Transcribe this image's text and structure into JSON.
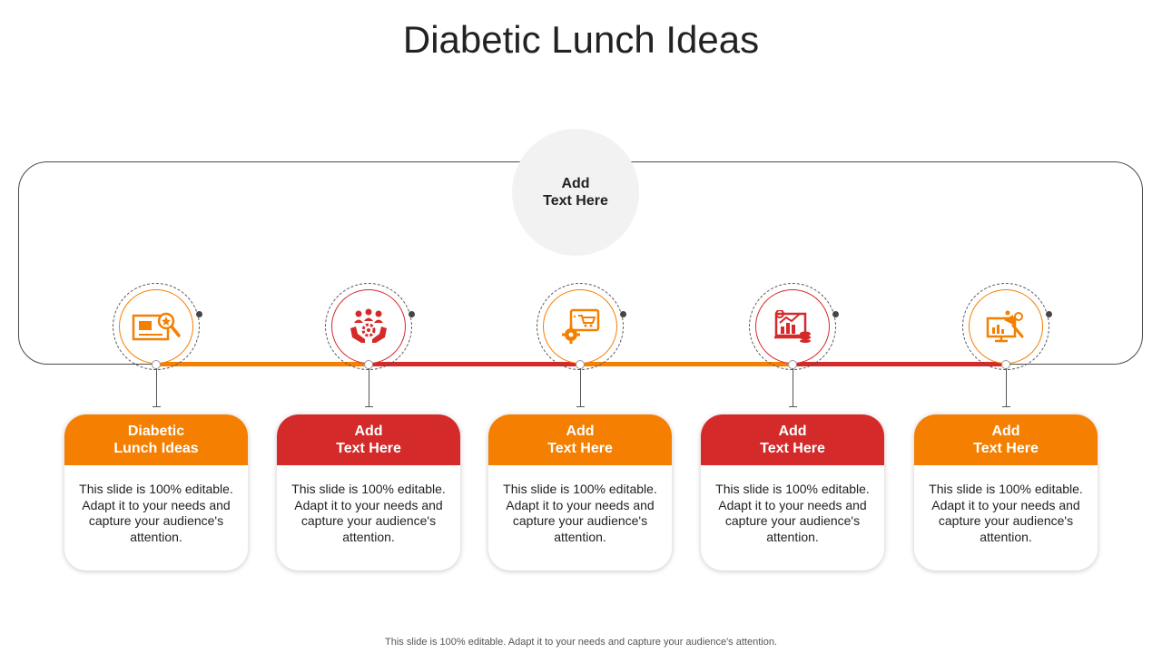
{
  "title": "Diabetic Lunch Ideas",
  "hub": {
    "label": "Add\nText Here"
  },
  "colors": {
    "orange": "#F47F00",
    "red": "#D42A2A",
    "hub_bg": "#F2F2F2"
  },
  "steps": [
    {
      "heading": "Diabetic\nLunch Ideas",
      "body": "This slide is 100% editable. Adapt it to your needs and capture your audience's attention.",
      "color": "orange",
      "icon": "blueprint-search-icon"
    },
    {
      "heading": "Add\nText Here",
      "body": "This slide is 100% editable. Adapt it to your needs and capture your audience's attention.",
      "color": "red",
      "icon": "team-care-hands-icon"
    },
    {
      "heading": "Add\nText Here",
      "body": "This slide is 100% editable. Adapt it to your needs and capture your audience's attention.",
      "color": "orange",
      "icon": "monitor-cart-gear-icon"
    },
    {
      "heading": "Add\nText Here",
      "body": "This slide is 100% editable. Adapt it to your needs and capture your audience's attention.",
      "color": "red",
      "icon": "growth-chart-coins-icon"
    },
    {
      "heading": "Add\nText Here",
      "body": "This slide is 100% editable. Adapt it to your needs and capture your audience's attention.",
      "color": "orange",
      "icon": "analytics-megaphone-icon"
    }
  ],
  "footer": "This slide is 100% editable. Adapt it to your needs and capture your audience's attention."
}
